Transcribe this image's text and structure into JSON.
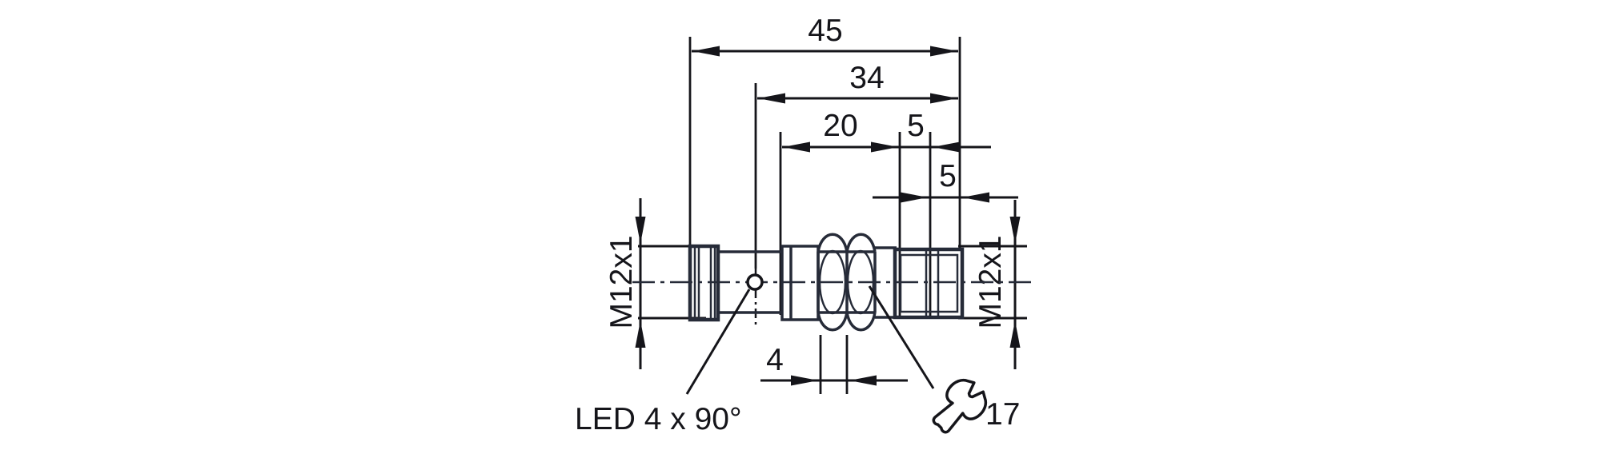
{
  "drawing": {
    "labels": {
      "dim_45": "45",
      "dim_34": "34",
      "dim_20": "20",
      "dim_5_upper": "5",
      "dim_5_lower": "5",
      "dim_4": "4",
      "thread_left": "M12x1",
      "thread_right": "M12x1",
      "led": "LED 4 x 90°",
      "wrench_size": "17"
    },
    "colors": {
      "background": "#ffffff",
      "dimension_line": "#15151a",
      "body_line": "#262b38"
    }
  }
}
